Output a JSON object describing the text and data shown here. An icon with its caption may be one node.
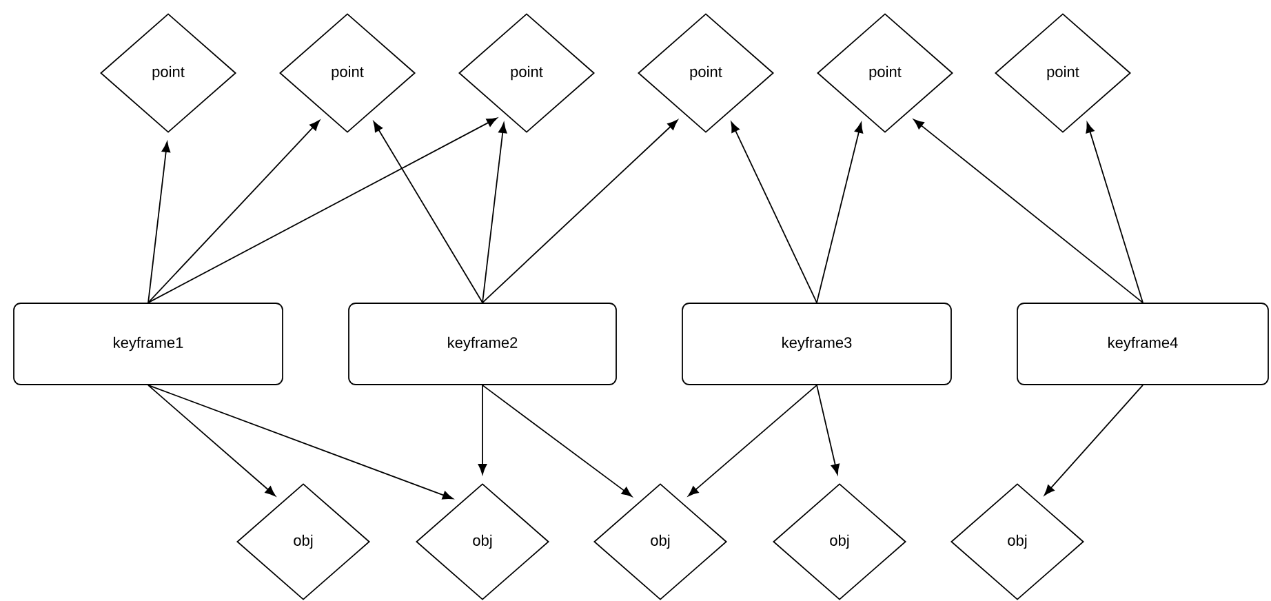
{
  "diagram": {
    "nodes": [
      {
        "text": [
          "point"
        ]
      },
      {
        "text": [
          "point"
        ]
      },
      {
        "text": [
          "point"
        ]
      },
      {
        "text": [
          "point"
        ]
      },
      {
        "text": [
          "point"
        ]
      },
      {
        "text": [
          "point"
        ]
      },
      {
        "text": [
          "keyframe1"
        ]
      },
      {
        "text": [
          "keyframe2"
        ]
      },
      {
        "text": [
          "keyframe3"
        ]
      },
      {
        "text": [
          "keyframe4"
        ]
      },
      {
        "text": [
          "obj"
        ]
      },
      {
        "text": [
          "obj"
        ]
      },
      {
        "text": [
          "obj"
        ]
      },
      {
        "text": [
          "obj"
        ]
      },
      {
        "text": [
          "obj"
        ]
      }
    ],
    "edges": [
      {
        "from": 6,
        "to": 0,
        "arrow": "to"
      },
      {
        "from": 6,
        "to": 1,
        "arrow": "to"
      },
      {
        "from": 6,
        "to": 2,
        "arrow": "to"
      },
      {
        "from": 7,
        "to": 1,
        "arrow": "to"
      },
      {
        "from": 7,
        "to": 2,
        "arrow": "to"
      },
      {
        "from": 7,
        "to": 3,
        "arrow": "to"
      },
      {
        "from": 8,
        "to": 3,
        "arrow": "to"
      },
      {
        "from": 8,
        "to": 4,
        "arrow": "to"
      },
      {
        "from": 9,
        "to": 4,
        "arrow": "to"
      },
      {
        "from": 9,
        "to": 5,
        "arrow": "to"
      },
      {
        "from": 6,
        "to": 10,
        "arrow": "to"
      },
      {
        "from": 6,
        "to": 11,
        "arrow": "to"
      },
      {
        "from": 7,
        "to": 11,
        "arrow": "to"
      },
      {
        "from": 7,
        "to": 12,
        "arrow": "to"
      },
      {
        "from": 8,
        "to": 12,
        "arrow": "to"
      },
      {
        "from": 8,
        "to": 13,
        "arrow": "to"
      },
      {
        "from": 9,
        "to": 14,
        "arrow": "to"
      }
    ]
  }
}
